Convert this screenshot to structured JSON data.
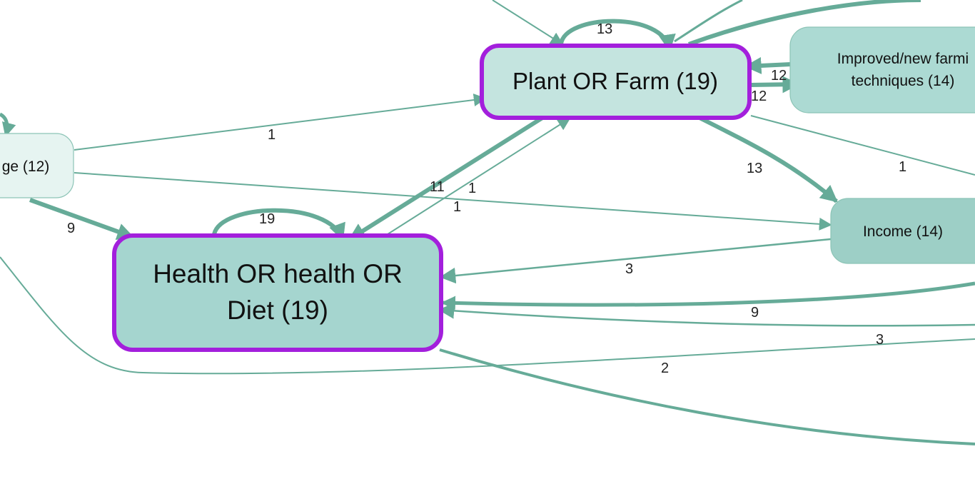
{
  "nodes": {
    "left": {
      "label": "ge (12)",
      "fill": "#e6f4f1"
    },
    "plant": {
      "label": "Plant OR Farm (19)",
      "fill": "#c4e4df",
      "highlight": "#a31fdc"
    },
    "health": {
      "line1": "Health OR health OR",
      "line2": "Diet (19)",
      "fill": "#a5d5cf",
      "highlight": "#a31fdc"
    },
    "improved": {
      "line1": "Improved/new farmi",
      "line2": "techniques (14)",
      "fill": "#acdad3"
    },
    "income": {
      "label": "Income (14)",
      "fill": "#9dcfc6"
    }
  },
  "edge_color": "#66ab98",
  "edge_labels": {
    "plant_self": "13",
    "health_self": "19",
    "left_plant": "1",
    "left_health": "9",
    "improved_plant": "12",
    "plant_improved": "12",
    "plant_income": "13",
    "plant_right": "1",
    "plant_health": "11",
    "health_plant_a": "1",
    "health_plant_b": "1",
    "income_health": "3",
    "right_health_9": "9",
    "right_health_3": "3",
    "left_bottom_2": "2"
  }
}
